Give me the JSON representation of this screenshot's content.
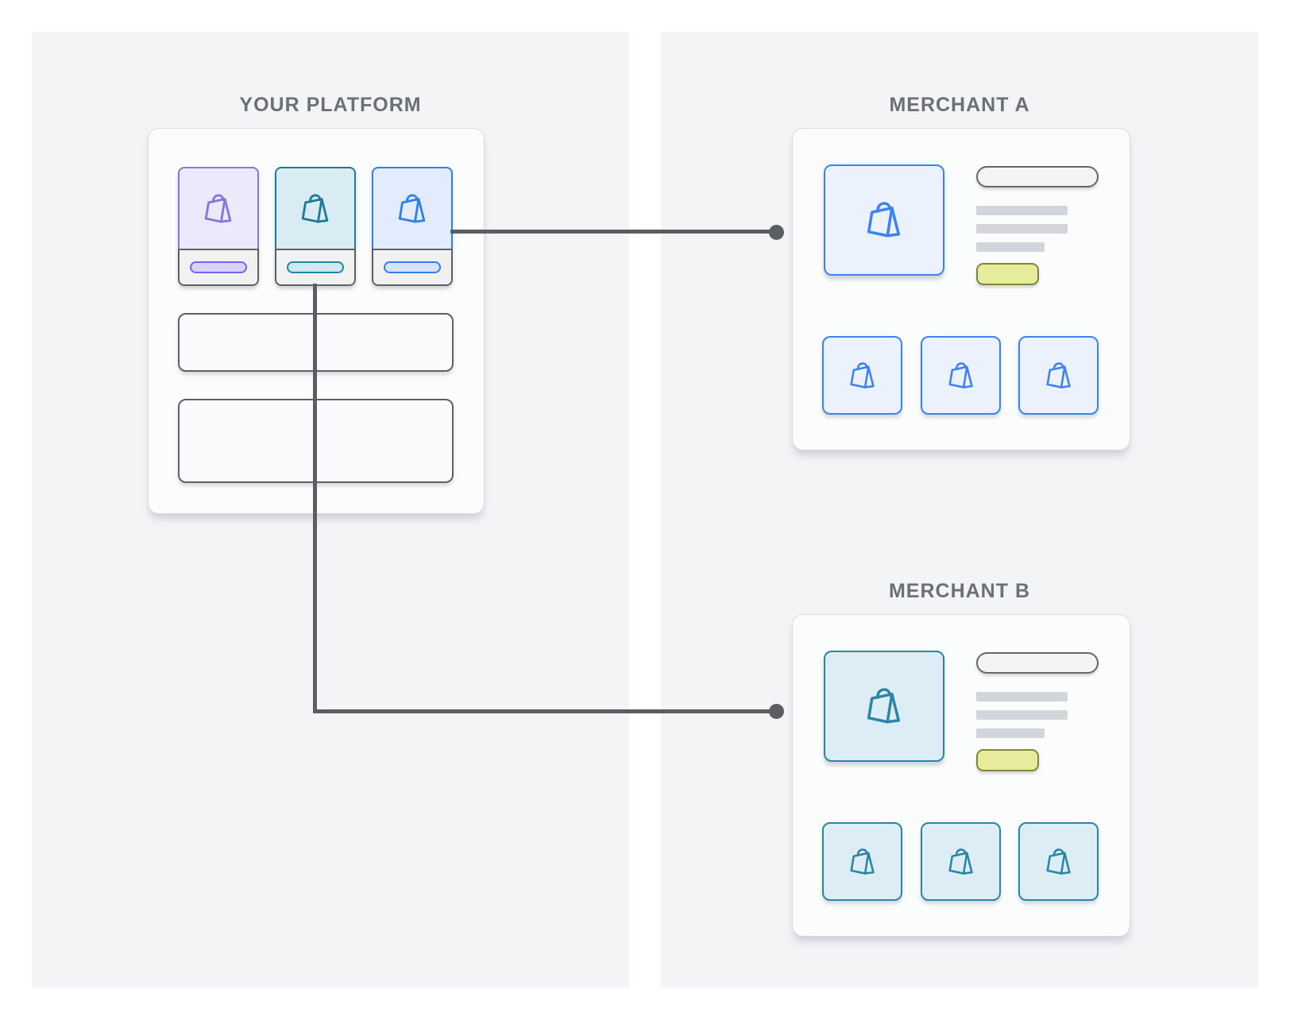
{
  "left_panel": {
    "title": "YOUR PLATFORM",
    "store_cards": [
      {
        "name": "store-card-purple",
        "accent": "#8477dd",
        "thumb_fill": "#ebe9fa",
        "pill_fill": "#d9d3f9",
        "pill_border": "#7263f2",
        "icon": "shopping-bag-icon"
      },
      {
        "name": "store-card-teal",
        "accent": "#1e7b93",
        "thumb_fill": "#d9ecf3",
        "pill_fill": "#cfe7ef",
        "pill_border": "#1e86a2",
        "icon": "shopping-bag-icon"
      },
      {
        "name": "store-card-blue",
        "accent": "#2f80ee",
        "thumb_fill": "#e3ecfd",
        "pill_fill": "#d7e3fb",
        "pill_border": "#2f80ee",
        "icon": "shopping-bag-icon"
      }
    ],
    "placeholder_count": 2
  },
  "merchants": [
    {
      "title": "MERCHANT A",
      "accent": "#3d82f4",
      "tile_fill": "#ebf1fd",
      "hero_tiles": 1,
      "product_tiles": 3,
      "text_bars": 3,
      "icon": "shopping-bag-icon"
    },
    {
      "title": "MERCHANT B",
      "accent": "#2b85a4",
      "tile_fill": "#dcedf5",
      "hero_tiles": 1,
      "product_tiles": 3,
      "text_bars": 3,
      "icon": "shopping-bag-icon"
    }
  ],
  "connections": [
    {
      "from": "store-card-blue",
      "to": "MERCHANT A"
    },
    {
      "from": "store-card-teal",
      "to": "MERCHANT B"
    }
  ],
  "shared_colors": {
    "canvas_bg": "#ffffff",
    "panel_bg": "#f3f4f6",
    "card_bg": "#fbfcfc",
    "card_border": "#d9dbde",
    "title_text": "#6b7077",
    "wireframe_border": "#5d6166",
    "text_bar": "#d2d5d9",
    "input_fill": "#f5f4f2",
    "input_border": "#64686c",
    "button_fill": "#e6ec9b",
    "button_border": "#7f8733",
    "connector": "#5a5e63"
  }
}
